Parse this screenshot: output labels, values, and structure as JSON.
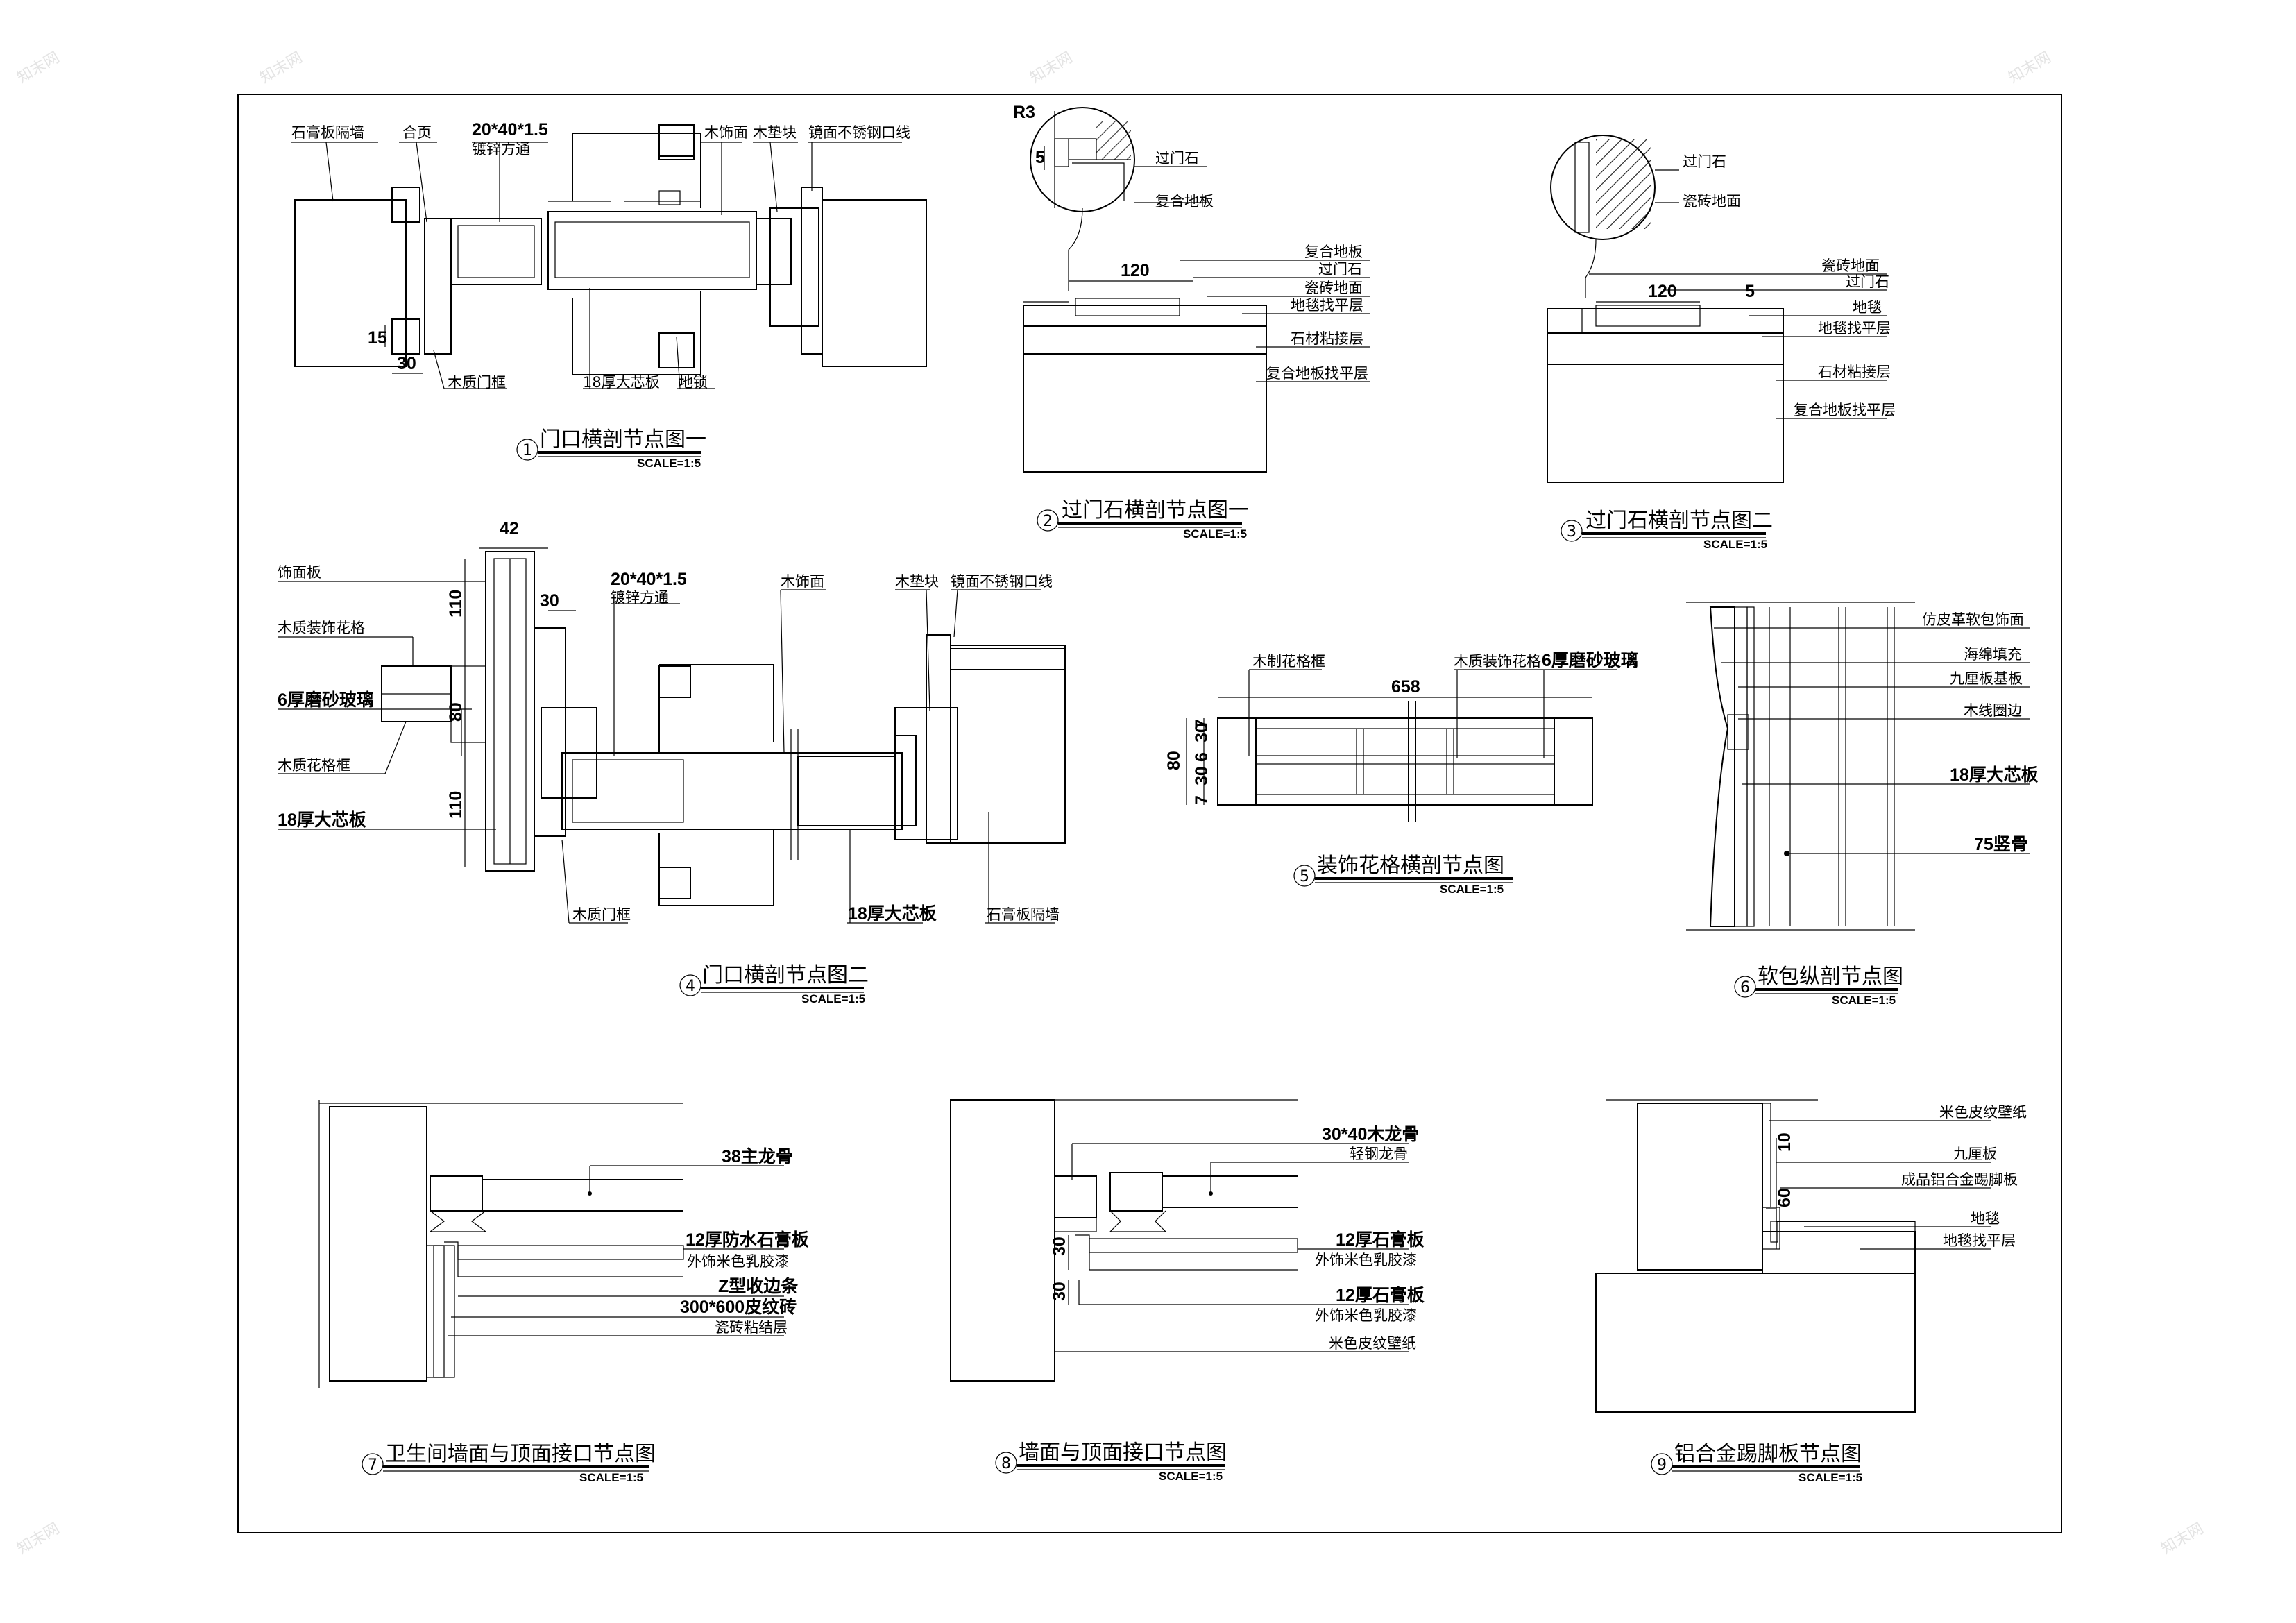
{
  "watermark": "知末网",
  "details": [
    {
      "id": "d1",
      "num": "1",
      "title": "门口横剖节点图一",
      "scale": "SCALE=1:5",
      "labels": [
        "石膏板隔墙",
        "合页",
        "20*40*1.5",
        "镀锌方通",
        "木饰面",
        "木垫块",
        "镜面不锈钢口线",
        "木质门框",
        "18厚大芯板",
        "地锁",
        "30",
        "15"
      ]
    },
    {
      "id": "d2",
      "num": "2",
      "title": "过门石横剖节点图一",
      "scale": "SCALE=1:5",
      "labels": [
        "R3",
        "5",
        "过门石",
        "复合地板",
        "复合地板",
        "过门石",
        "120",
        "瓷砖地面",
        "地毯找平层",
        "石材粘接层",
        "复合地板找平层"
      ]
    },
    {
      "id": "d3",
      "num": "3",
      "title": "过门石横剖节点图二",
      "scale": "SCALE=1:5",
      "labels": [
        "过门石",
        "瓷砖地面",
        "瓷砖地面",
        "过门石",
        "120",
        "5",
        "地毯",
        "地毯找平层",
        "石材粘接层",
        "复合地板找平层"
      ]
    },
    {
      "id": "d4",
      "num": "4",
      "title": "门口横剖节点图二",
      "scale": "SCALE=1:5",
      "labels": [
        "42",
        "饰面板",
        "110",
        "30",
        "20*40*1.5",
        "镀锌方通",
        "木饰面",
        "木垫块",
        "镜面不锈钢口线",
        "木质装饰花格",
        "6厚磨砂玻璃",
        "80",
        "木质花格框",
        "18厚大芯板",
        "110",
        "木质门框",
        "18厚大芯板",
        "石膏板隔墙"
      ]
    },
    {
      "id": "d5",
      "num": "5",
      "title": "装饰花格横剖节点图",
      "scale": "SCALE=1:5",
      "labels": [
        "木制花格框",
        "木质装饰花格",
        "6厚磨砂玻璃",
        "658",
        "80",
        "30",
        "6",
        "30",
        "7",
        "7"
      ]
    },
    {
      "id": "d6",
      "num": "6",
      "title": "软包纵剖节点图",
      "scale": "SCALE=1:5",
      "labels": [
        "仿皮革软包饰面",
        "海绵填充",
        "九厘板基板",
        "木线圈边",
        "18厚大芯板",
        "75竖骨"
      ]
    },
    {
      "id": "d7",
      "num": "7",
      "title": "卫生间墙面与顶面接口节点图",
      "scale": "SCALE=1:5",
      "labels": [
        "38主龙骨",
        "12厚防水石膏板",
        "外饰米色乳胶漆",
        "Z型收边条",
        "300*600皮纹砖",
        "瓷砖粘结层"
      ]
    },
    {
      "id": "d8",
      "num": "8",
      "title": "墙面与顶面接口节点图",
      "scale": "SCALE=1:5",
      "labels": [
        "30*40木龙骨",
        "轻钢龙骨",
        "12厚石膏板",
        "外饰米色乳胶漆",
        "12厚石膏板",
        "外饰米色乳胶漆",
        "米色皮纹壁纸",
        "30",
        "30"
      ]
    },
    {
      "id": "d9",
      "num": "9",
      "title": "铝合金踢脚板节点图",
      "scale": "SCALE=1:5",
      "labels": [
        "米色皮纹壁纸",
        "九厘板",
        "成品铝合金踢脚板",
        "地毯",
        "地毯找平层",
        "10",
        "60"
      ]
    }
  ]
}
